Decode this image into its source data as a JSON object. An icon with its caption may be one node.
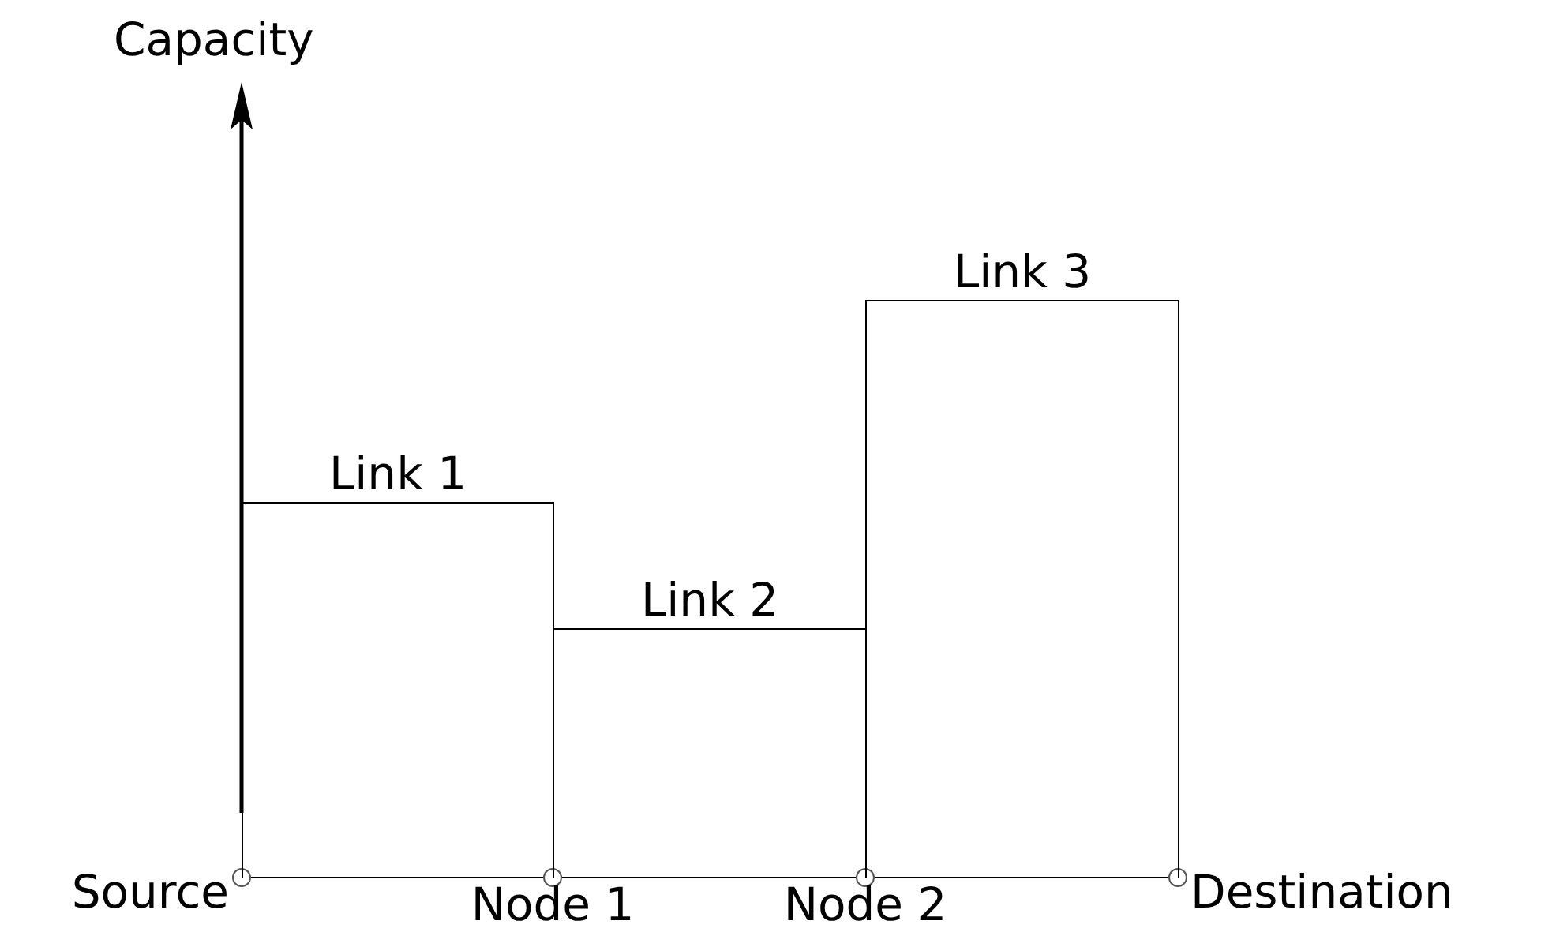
{
  "diagram": {
    "nodes": [
      {
        "text": [],
        "shape": "circle",
        "beside": [
          "Source"
        ]
      },
      {
        "text": [],
        "shape": "circle",
        "beside": [
          "Node 1"
        ]
      },
      {
        "text": [],
        "shape": "circle",
        "beside": [
          "Node 2"
        ]
      },
      {
        "text": [],
        "shape": "circle",
        "beside": [
          "Destination"
        ]
      },
      {
        "text": [
          "Link 1"
        ]
      },
      {
        "text": [
          "Link 2"
        ]
      },
      {
        "text": [
          "Link 3"
        ]
      }
    ],
    "edges": [
      {
        "from": 0,
        "to": 1,
        "arrow": "none"
      },
      {
        "from": 1,
        "to": 2,
        "arrow": "none"
      },
      {
        "from": 2,
        "to": 3,
        "arrow": "none"
      }
    ],
    "labels": [
      "Capacity"
    ]
  }
}
